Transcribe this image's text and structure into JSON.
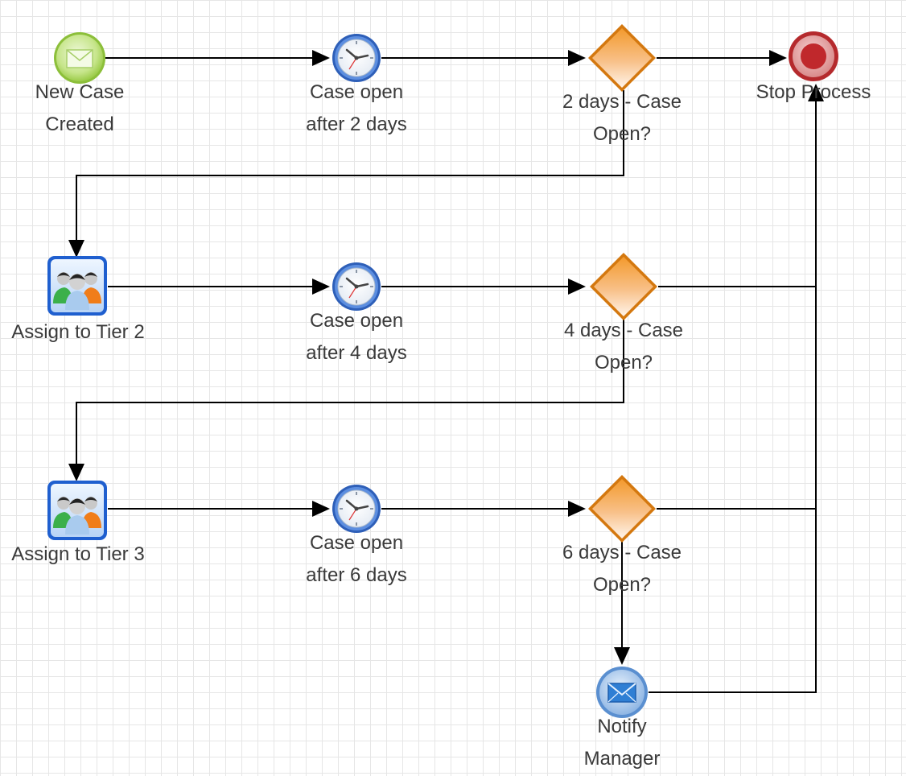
{
  "diagram": {
    "nodes": {
      "new_case": {
        "label_1": "New Case",
        "label_2": "Created",
        "icon": "envelope-start-event-icon"
      },
      "timer_1": {
        "label_1": "Case open",
        "label_2": "after 2 days",
        "icon": "clock-icon"
      },
      "gateway_1": {
        "label_1": "2 days - Case",
        "label_2": "Open?",
        "icon": "diamond-gateway-icon"
      },
      "stop": {
        "label_1": "Stop Process",
        "icon": "end-event-icon"
      },
      "tier2": {
        "label_1": "Assign to Tier 2",
        "icon": "users-icon"
      },
      "timer_2": {
        "label_1": "Case open",
        "label_2": "after 4 days",
        "icon": "clock-icon"
      },
      "gateway_2": {
        "label_1": "4 days - Case",
        "label_2": "Open?",
        "icon": "diamond-gateway-icon"
      },
      "tier3": {
        "label_1": "Assign to Tier 3",
        "icon": "users-icon"
      },
      "timer_3": {
        "label_1": "Case open",
        "label_2": "after 6 days",
        "icon": "clock-icon"
      },
      "gateway_3": {
        "label_1": "6 days - Case",
        "label_2": "Open?",
        "icon": "diamond-gateway-icon"
      },
      "notify": {
        "label_1": "Notify",
        "label_2": "Manager",
        "icon": "envelope-event-icon"
      }
    },
    "colors": {
      "start_green": "#9ccc4a",
      "gateway_orange": "#f08a1c",
      "end_red": "#c0282c",
      "task_blue": "#1f5fcf",
      "clock_blue": "#3b6fd0",
      "line": "#000000",
      "grid": "#e6e6e6",
      "label": "#3a3a3a"
    }
  }
}
